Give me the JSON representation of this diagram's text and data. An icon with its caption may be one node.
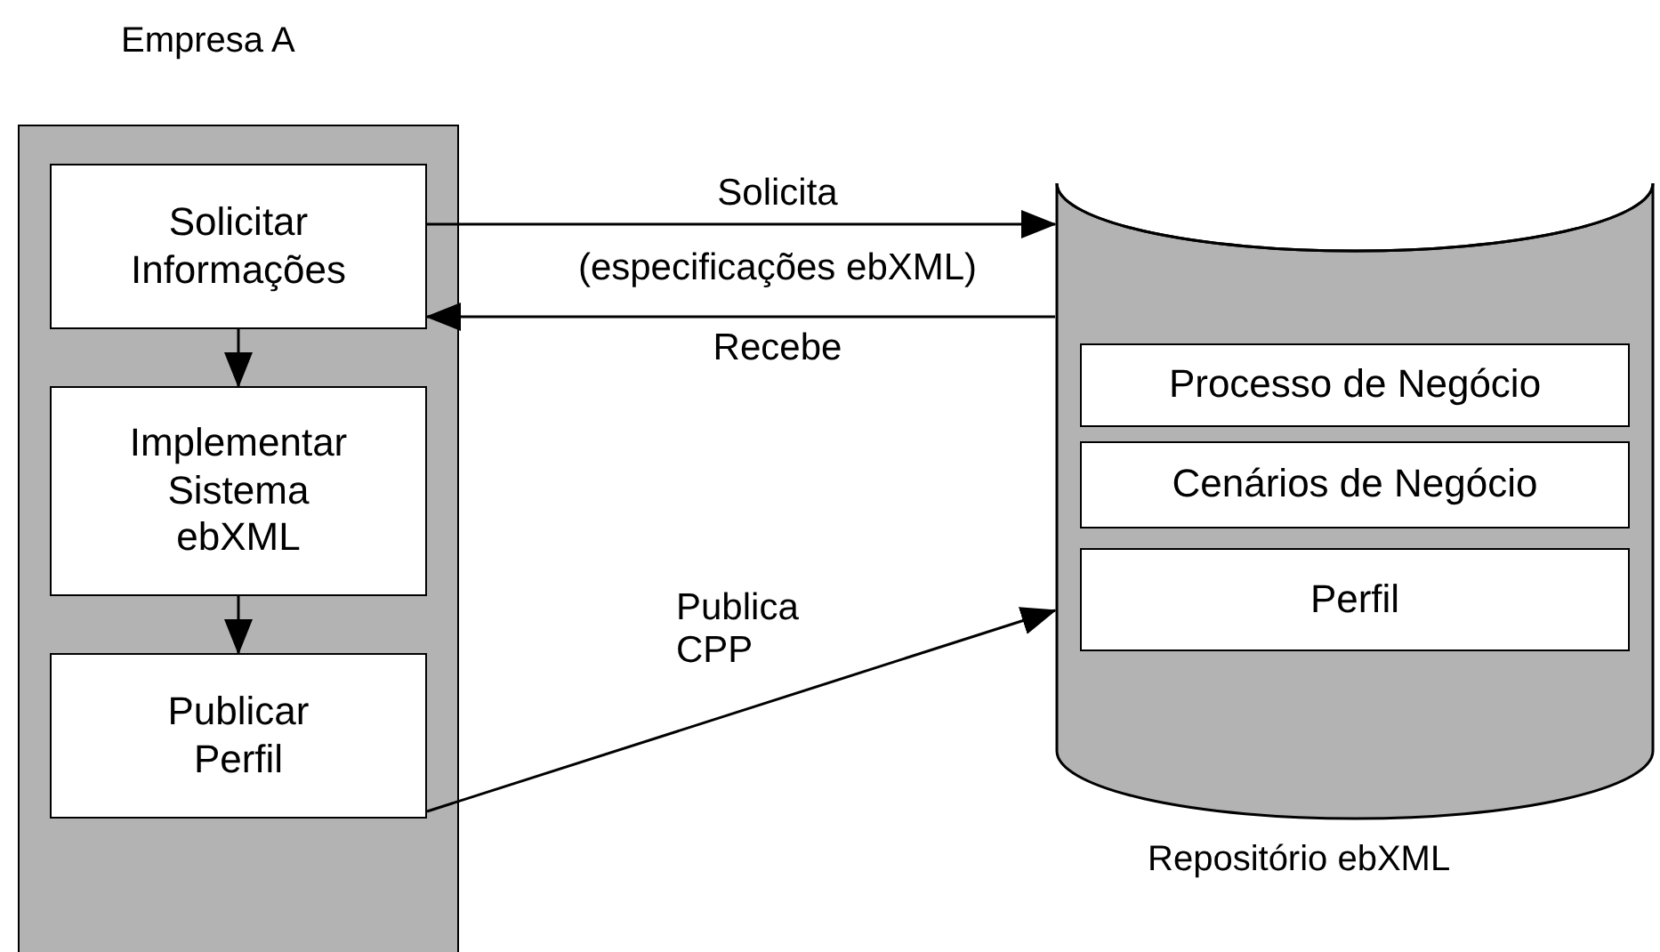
{
  "diagram": {
    "nodes": [
      {
        "text": [
          "Empresa A"
        ]
      },
      {
        "text": [
          "Solicitar Informações"
        ],
        "in": 0
      },
      {
        "text": [
          "Implementar Sistema ebXML"
        ],
        "in": 0
      },
      {
        "text": [
          "Publicar Perfil"
        ],
        "in": 0
      },
      {
        "text": [
          "Repositório ebXML"
        ]
      },
      {
        "text": [
          "Processo de Negócio"
        ],
        "in": 4
      },
      {
        "text": [
          "Cenários de Negócio"
        ],
        "in": 4
      },
      {
        "text": [
          "Perfil"
        ],
        "in": 4
      }
    ],
    "edges": [
      {
        "from": 1,
        "to": 2,
        "arrow": "to"
      },
      {
        "from": 2,
        "to": 3,
        "arrow": "to"
      },
      {
        "from": 1,
        "to": 4,
        "arrow": "to",
        "label": "Solicita"
      },
      {
        "from": 4,
        "to": 1,
        "arrow": "to",
        "label": "Recebe"
      },
      {
        "from": 3,
        "to": 4,
        "arrow": "to",
        "label": "Publica CPP"
      }
    ],
    "labels": [
      "(especificações ebXML)"
    ]
  }
}
